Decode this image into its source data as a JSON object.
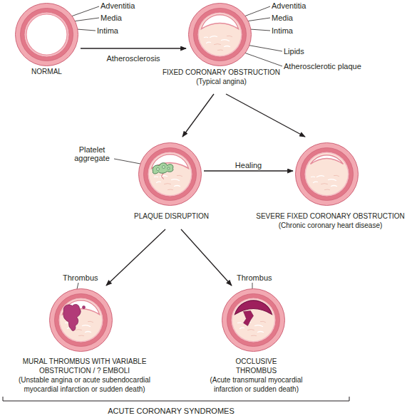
{
  "diagram": {
    "nodes": [
      {
        "text": [
          "NORMAL"
        ]
      },
      {
        "text": [
          "FIXED CORONARY OBSTRUCTION",
          "(Typical angina)"
        ]
      },
      {
        "text": [
          "PLAQUE DISRUPTION"
        ]
      },
      {
        "text": [
          "SEVERE FIXED CORONARY OBSTRUCTION",
          "(Chronic coronary heart disease)"
        ]
      },
      {
        "text": [
          "MURAL THROMBUS WITH VARIABLE OBSTRUCTION / ? EMBOLI",
          "(Unstable angina or acute subendocardial myocardial infarction or sudden death)"
        ]
      },
      {
        "text": [
          "OCCLUSIVE THROMBUS",
          "(Acute transmural myocardial infarction or sudden death)"
        ]
      }
    ],
    "edges": [
      {
        "from": 0,
        "to": 1,
        "label": "Atherosclerosis",
        "arrow": "to"
      },
      {
        "from": 1,
        "to": 2,
        "arrow": "to"
      },
      {
        "from": 1,
        "to": 3,
        "arrow": "to"
      },
      {
        "from": 2,
        "to": 3,
        "label": "Healing",
        "arrow": "to"
      },
      {
        "from": 2,
        "to": 4,
        "arrow": "to"
      },
      {
        "from": 2,
        "to": 5,
        "arrow": "to"
      }
    ],
    "labels": [
      "Adventitia",
      "Media",
      "Intima",
      "Adventitia",
      "Media",
      "Intima",
      "Lipids",
      "Atherosclerotic plaque",
      "Platelet aggregate",
      "Thrombus",
      "Thrombus",
      "ACUTE CORONARY SYNDROMES"
    ]
  }
}
